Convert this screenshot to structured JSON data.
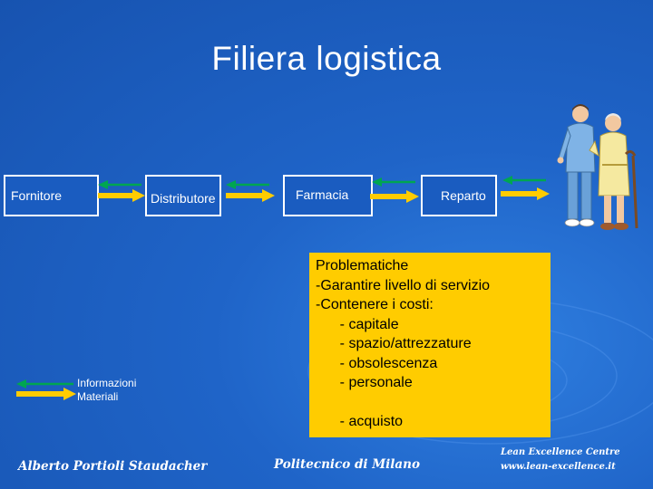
{
  "title": "Filiera logistica",
  "nodes": [
    "Fornitore",
    "Distributore",
    "Farmacia",
    "Reparto"
  ],
  "legend": {
    "info_label": "Informazioni",
    "material_label": "Materiali",
    "info_color": "#00a651",
    "material_color": "#ffcc00"
  },
  "problems": {
    "lines": [
      "Problematiche",
      "-Garantire livello di servizio",
      "-Contenere i costi:",
      "      - capitale",
      "      - spazio/attrezzature",
      "      - obsolescenza",
      "      - personale",
      "",
      "      - acquisto"
    ],
    "background": "#ffcc00"
  },
  "footer": {
    "author": "Alberto Portioli Staudacher",
    "university": "Politecnico di Milano",
    "centre": "Lean Excellence Centre",
    "website": "www.lean-excellence.it"
  },
  "illustration_icon": "doctor-and-elderly-patient-icon"
}
